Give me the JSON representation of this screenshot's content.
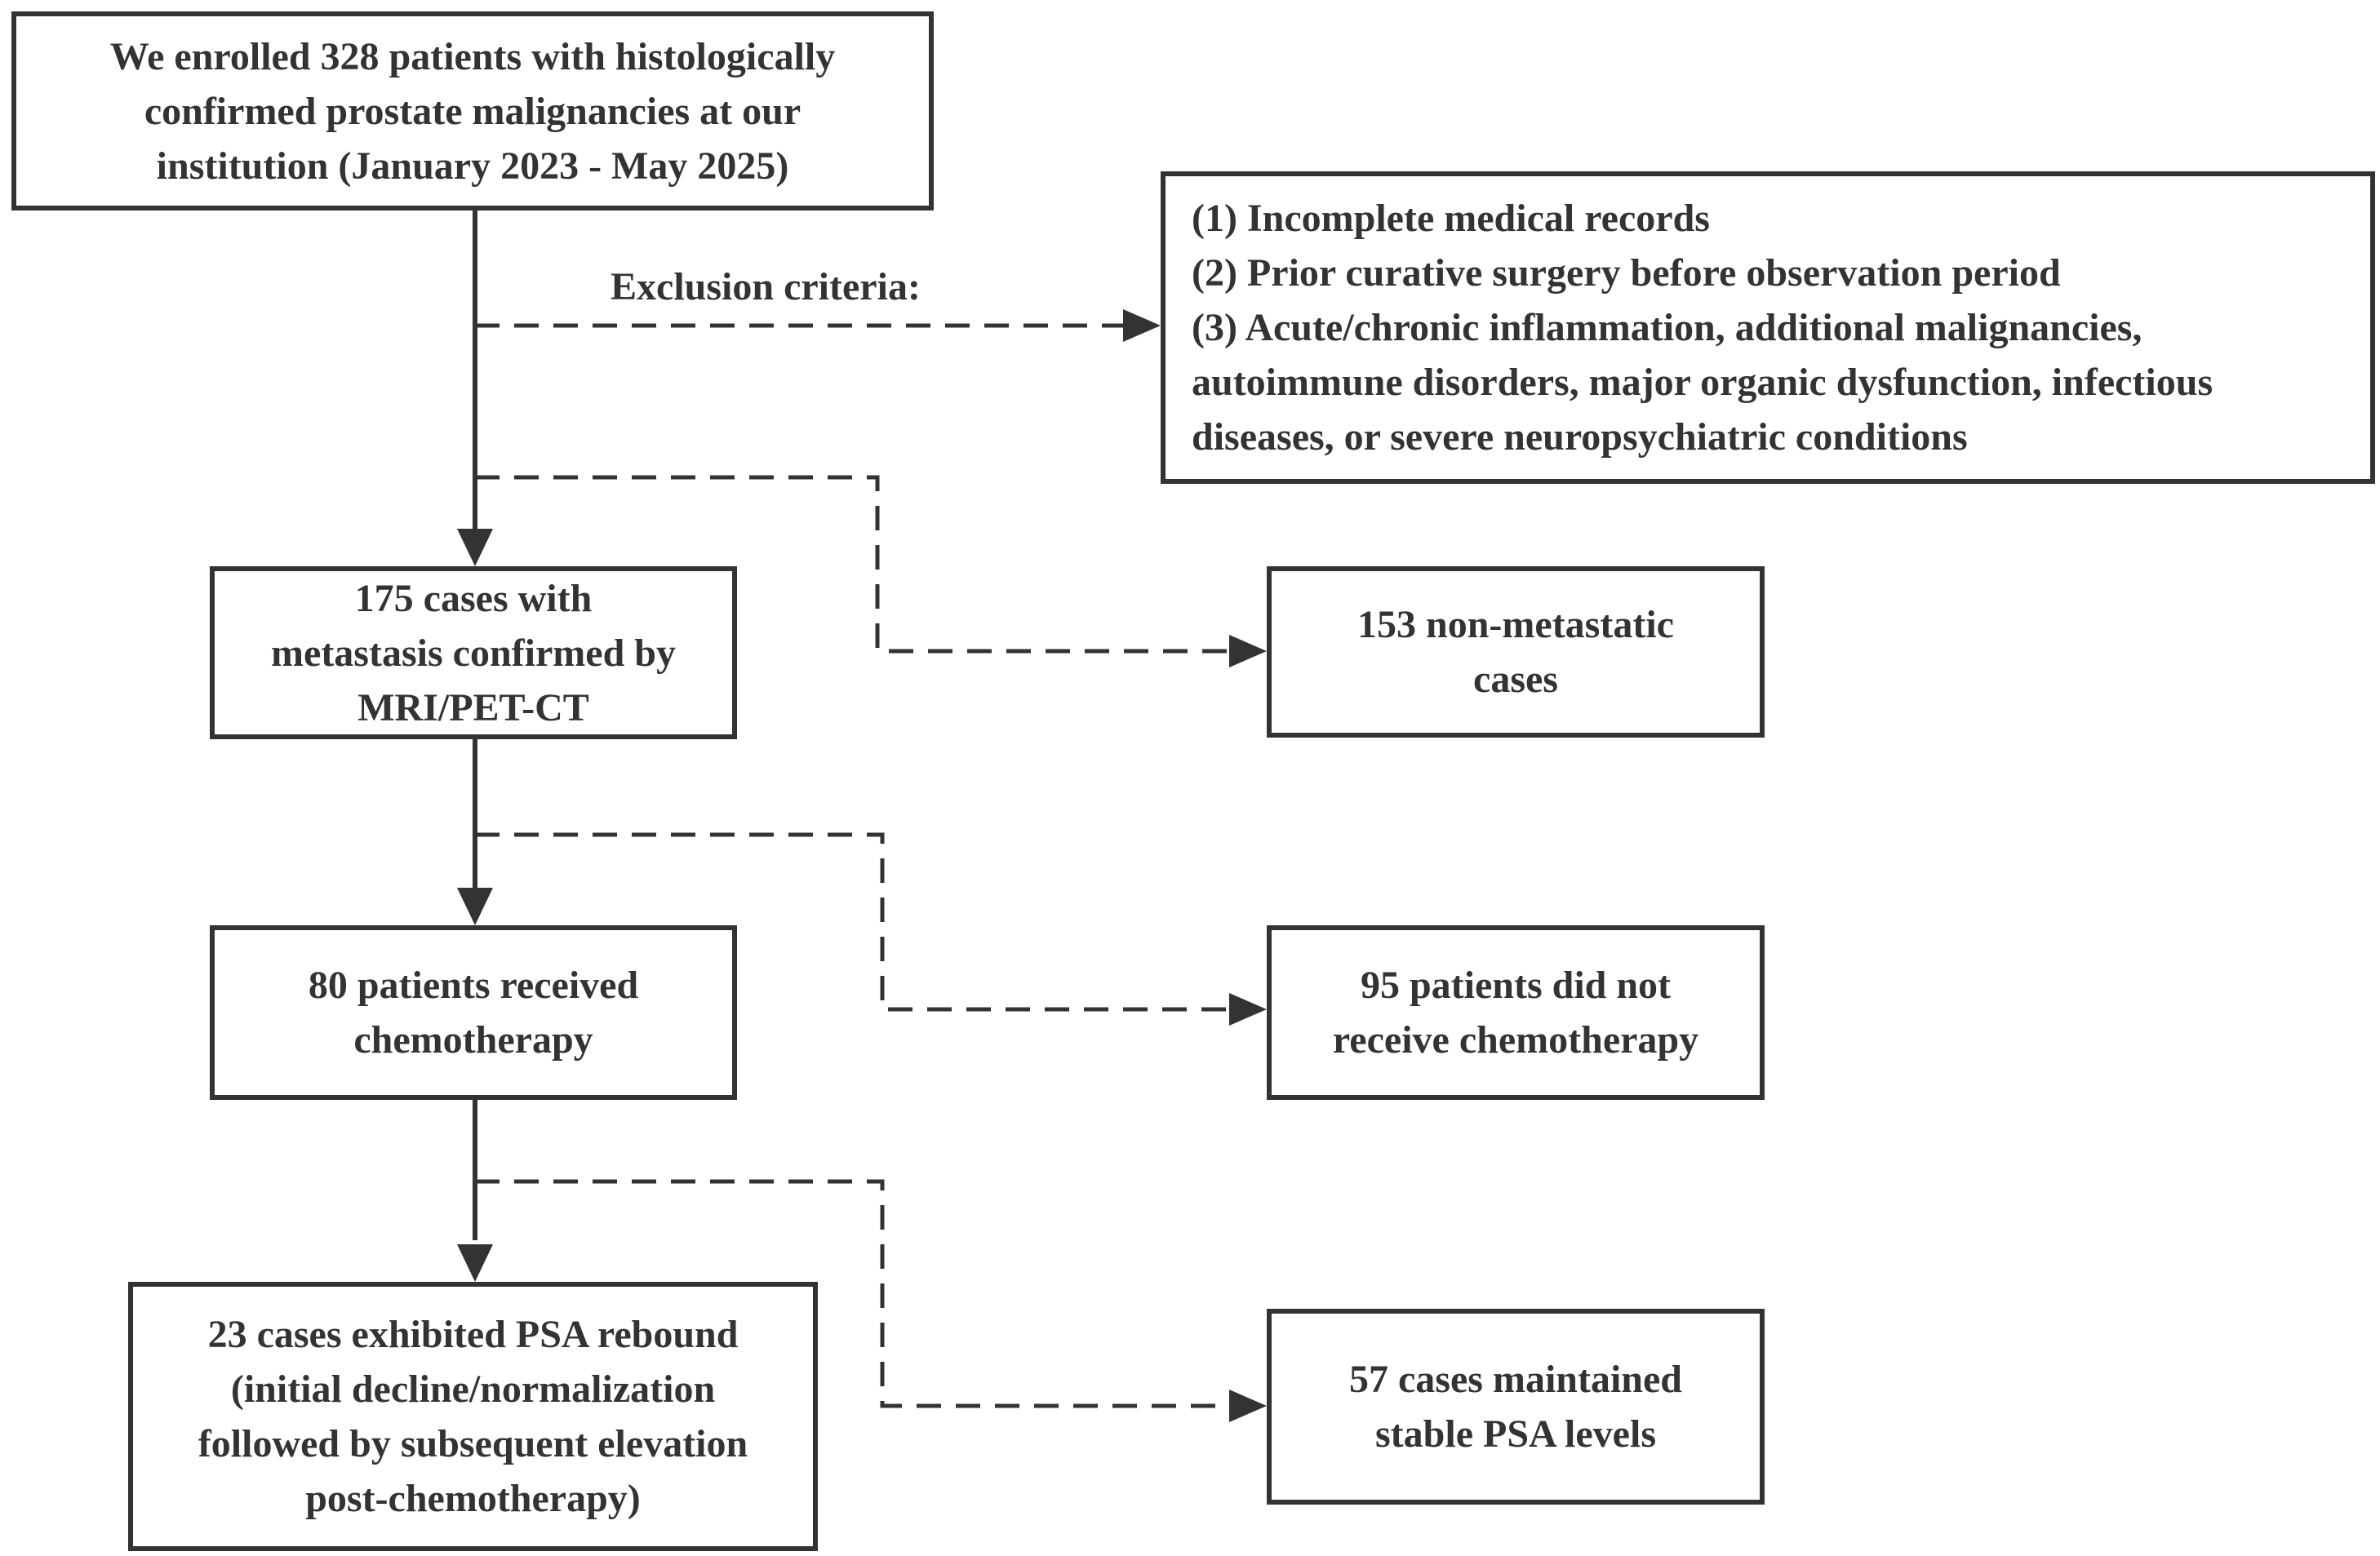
{
  "boxes": {
    "enrolled": {
      "lines": [
        "We enrolled 328 patients with histologically",
        "confirmed prostate malignancies at our",
        "institution (January 2023 - May 2025)"
      ]
    },
    "exclusion": {
      "lines": [
        "(1) Incomplete medical records",
        "(2) Prior curative surgery before observation period",
        "(3) Acute/chronic inflammation, additional malignancies,",
        "autoimmune disorders, major organic dysfunction, infectious",
        "diseases, or severe neuropsychiatric conditions"
      ]
    },
    "metastasis": {
      "lines": [
        "175 cases with",
        "metastasis confirmed by",
        "MRI/PET-CT"
      ]
    },
    "non_metastatic": {
      "lines": [
        "153 non-metastatic",
        "cases"
      ]
    },
    "chemo": {
      "lines": [
        "80 patients received",
        "chemotherapy"
      ]
    },
    "no_chemo": {
      "lines": [
        "95 patients did not",
        "receive chemotherapy"
      ]
    },
    "rebound": {
      "lines": [
        "23 cases exhibited PSA rebound",
        "(initial decline/normalization",
        "followed by subsequent elevation",
        "post-chemotherapy)"
      ]
    },
    "stable": {
      "lines": [
        "57 cases maintained",
        "stable PSA levels"
      ]
    }
  },
  "labels": {
    "exclusion_criteria": "Exclusion criteria:"
  },
  "colors": {
    "stroke": "#333333",
    "background": "#ffffff"
  }
}
